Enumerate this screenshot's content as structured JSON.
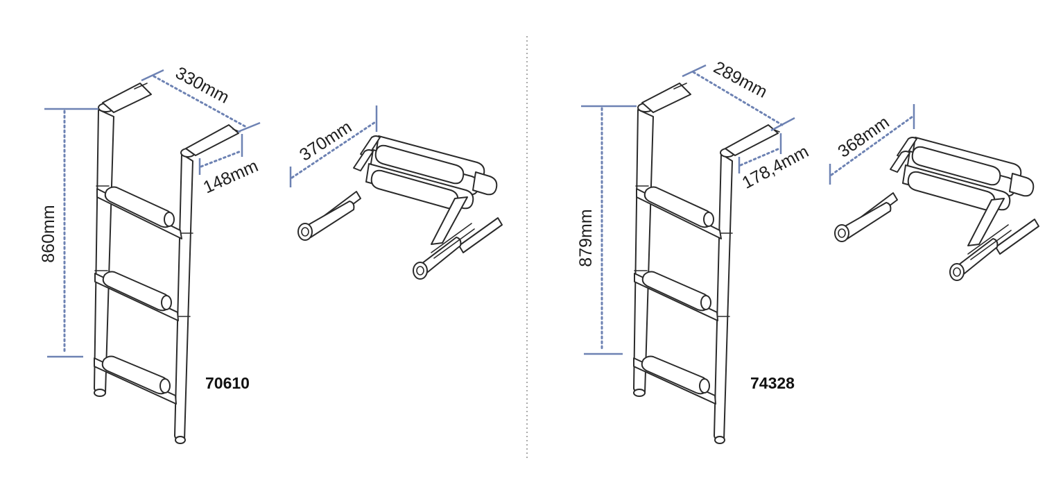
{
  "products": [
    {
      "code": "70610",
      "dimensions": {
        "height": "860mm",
        "width": "330mm",
        "depth": "148mm",
        "folded_width": "370mm"
      }
    },
    {
      "code": "74328",
      "dimensions": {
        "height": "879mm",
        "width": "289mm",
        "depth": "178,4mm",
        "folded_width": "368mm"
      }
    }
  ],
  "colors": {
    "dimension_line": "#6d82b3",
    "drawing_line": "#2a2a2a",
    "separator": "#a9a9a9"
  }
}
